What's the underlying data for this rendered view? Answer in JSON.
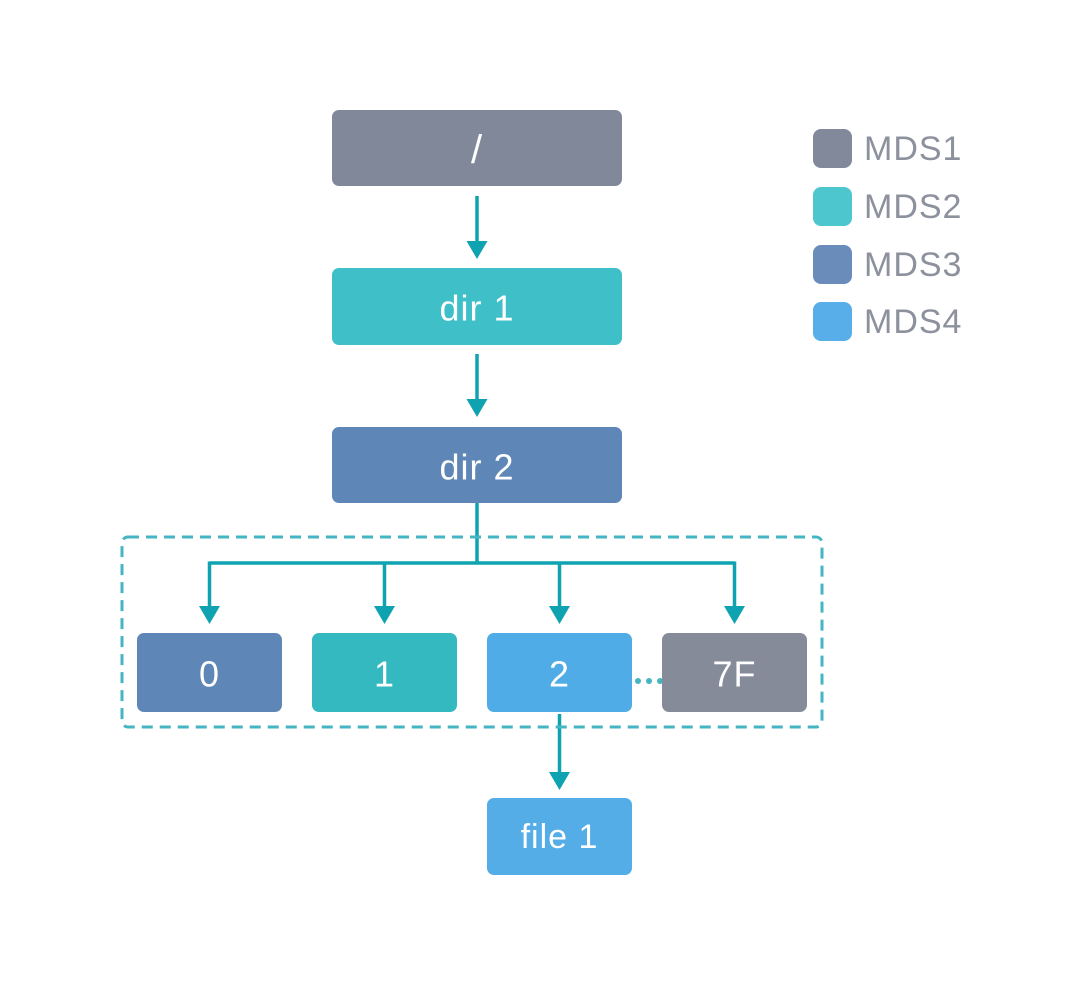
{
  "diagram": {
    "background": "#ffffff",
    "style": {
      "arrow_color": "#0fa3b1",
      "dash_color": "#45b4c3",
      "node_text_color": "#ffffff",
      "legend_text_color": "#8c919d"
    },
    "nodes": {
      "root": {
        "label": "/",
        "color": "#81889a",
        "mds": "MDS1"
      },
      "dir1": {
        "label": "dir 1",
        "color": "#3fbfc8",
        "mds": "MDS2"
      },
      "dir2": {
        "label": "dir 2",
        "color": "#5e86b6",
        "mds": "MDS3"
      },
      "frag0": {
        "label": "0",
        "color": "#5e86b6",
        "mds": "MDS3"
      },
      "frag1": {
        "label": "1",
        "color": "#35b9c1",
        "mds": "MDS2"
      },
      "frag2": {
        "label": "2",
        "color": "#4face6",
        "mds": "MDS4"
      },
      "frag7f": {
        "label": "7F",
        "color": "#868b99",
        "mds": "MDS1"
      },
      "file1": {
        "label": "file 1",
        "color": "#55ade8",
        "mds": "MDS4"
      }
    },
    "legend": {
      "items": [
        {
          "label": "MDS1",
          "color": "#81899b"
        },
        {
          "label": "MDS2",
          "color": "#4ec6ce"
        },
        {
          "label": "MDS3",
          "color": "#6a8cba"
        },
        {
          "label": "MDS4",
          "color": "#57aee9"
        }
      ]
    }
  }
}
